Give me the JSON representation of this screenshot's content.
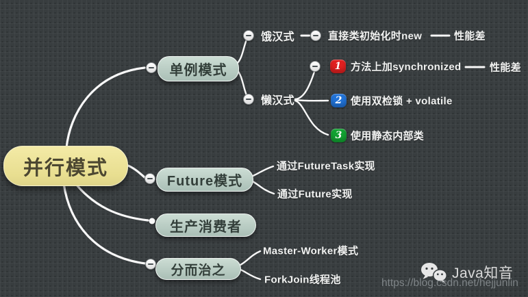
{
  "mindmap": {
    "root": {
      "label": "并行模式"
    },
    "branches": {
      "singleton": {
        "label": "单例模式"
      },
      "future": {
        "label": "Future模式"
      },
      "producer": {
        "label": "生产消费者"
      },
      "divide": {
        "label": "分而治之"
      }
    },
    "topics": {
      "eager": {
        "label": "饿汉式"
      },
      "eager_impl": {
        "label": "直接类初始化时new"
      },
      "eager_perf": {
        "label": "性能差"
      },
      "lazy": {
        "label": "懒汉式"
      },
      "lazy1": {
        "num": "1",
        "label": "方法上加synchronized"
      },
      "lazy1_perf": {
        "label": "性能差"
      },
      "lazy2": {
        "num": "2",
        "label": "使用双检锁 + volatile"
      },
      "lazy3": {
        "num": "3",
        "label": "使用静态内部类"
      },
      "future_task": {
        "label": "通过FutureTask实现"
      },
      "future_impl": {
        "label": "通过Future实现"
      },
      "master_worker": {
        "label": "Master-Worker模式"
      },
      "forkjoin": {
        "label": "ForkJoin线程池"
      }
    },
    "colors": {
      "background": "#383d3f",
      "root_fill": "#ece293",
      "root_text": "#4c4731",
      "branch_fill": "#bccec5",
      "branch_text": "#333f3a",
      "line": "#f8f8f8",
      "leaf_text": "#f2f3f2",
      "badge_red": "#e02020",
      "badge_blue": "#2173d8",
      "badge_green": "#12a232"
    }
  },
  "watermark": {
    "brand": "Java知音",
    "url": "https://blog.csdn.net/hejjunlin",
    "icon": "wechat-icon"
  }
}
